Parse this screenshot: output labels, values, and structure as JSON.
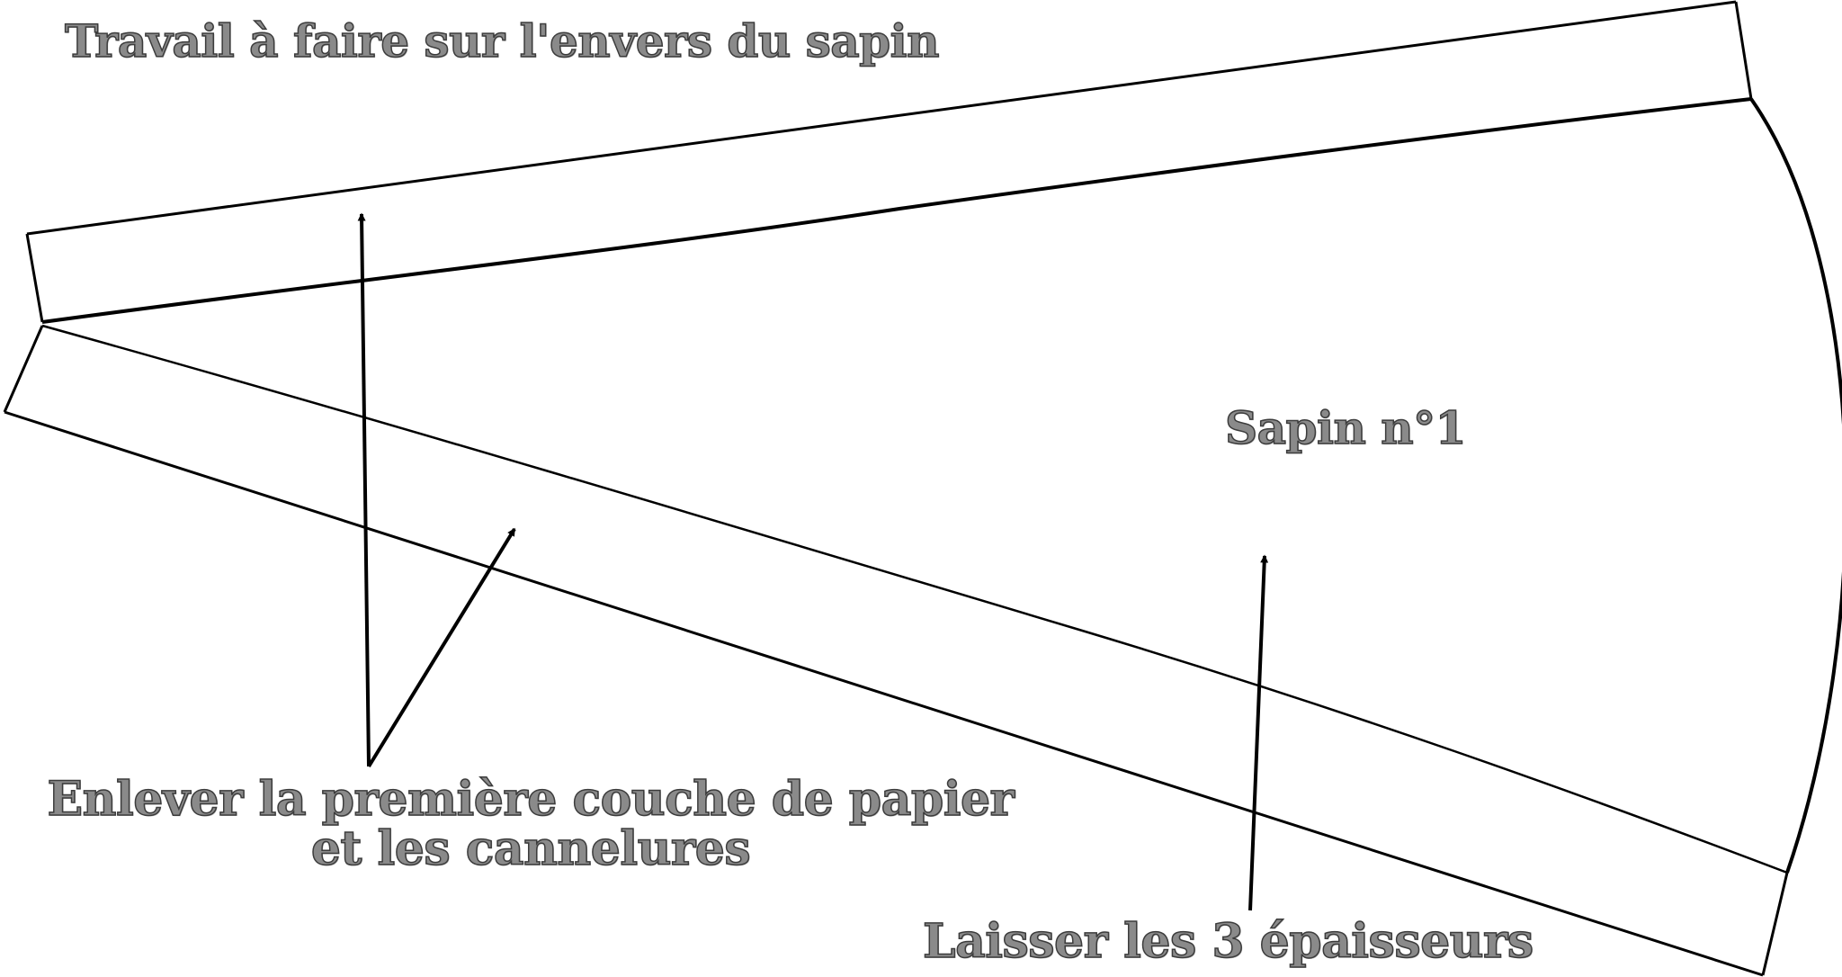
{
  "texts": {
    "title": "Travail à faire sur l'envers du sapin",
    "piece_name": "Sapin n°1",
    "remove_line1": "Enlever la première couche de papier",
    "remove_line2": "et les cannelures",
    "keep": "Laisser les 3 épaisseurs"
  },
  "colors": {
    "stroke": "#000000",
    "label_fill": "#8a8a8a",
    "label_outline": "#3c3c3c",
    "background": "#ffffff"
  }
}
